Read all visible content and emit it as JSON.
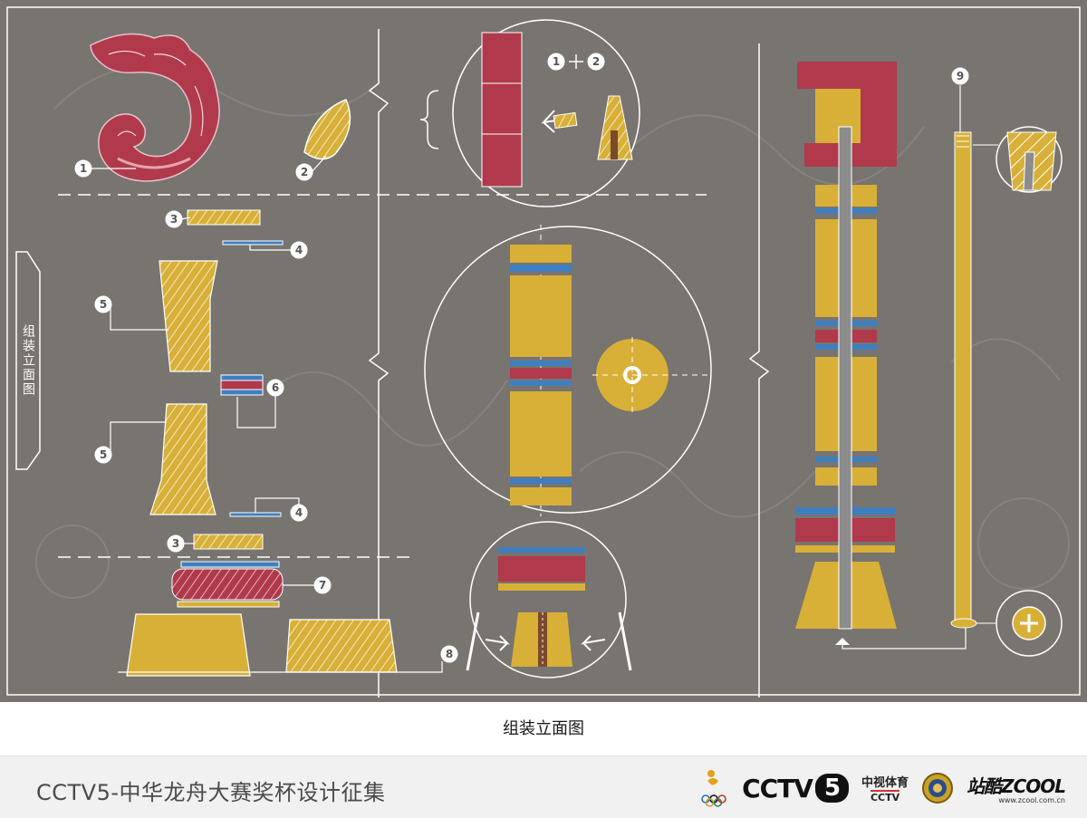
{
  "diagram": {
    "side_label": "组装立面图",
    "caption": "组装立面图",
    "callouts": [
      "1",
      "2",
      "3",
      "4",
      "5",
      "6",
      "5",
      "4",
      "3",
      "7",
      "8",
      "9"
    ],
    "combo_label": "1 + 2",
    "colors": {
      "board": "#787470",
      "gold": "#d8b038",
      "red": "#b03a4c",
      "blue": "#3f7fbf",
      "line": "#ffffff"
    }
  },
  "footer": {
    "title": "CCTV5-中华龙舟大赛奖杯设计征集",
    "logos": {
      "cctv5_text": "CCTV",
      "cctv5_number": "5",
      "sports_top": "中视体育",
      "sports_bottom": "CCTV",
      "zcool_text": "站酷ZCOOL",
      "zcool_url": "www.zcool.com.cn"
    }
  }
}
